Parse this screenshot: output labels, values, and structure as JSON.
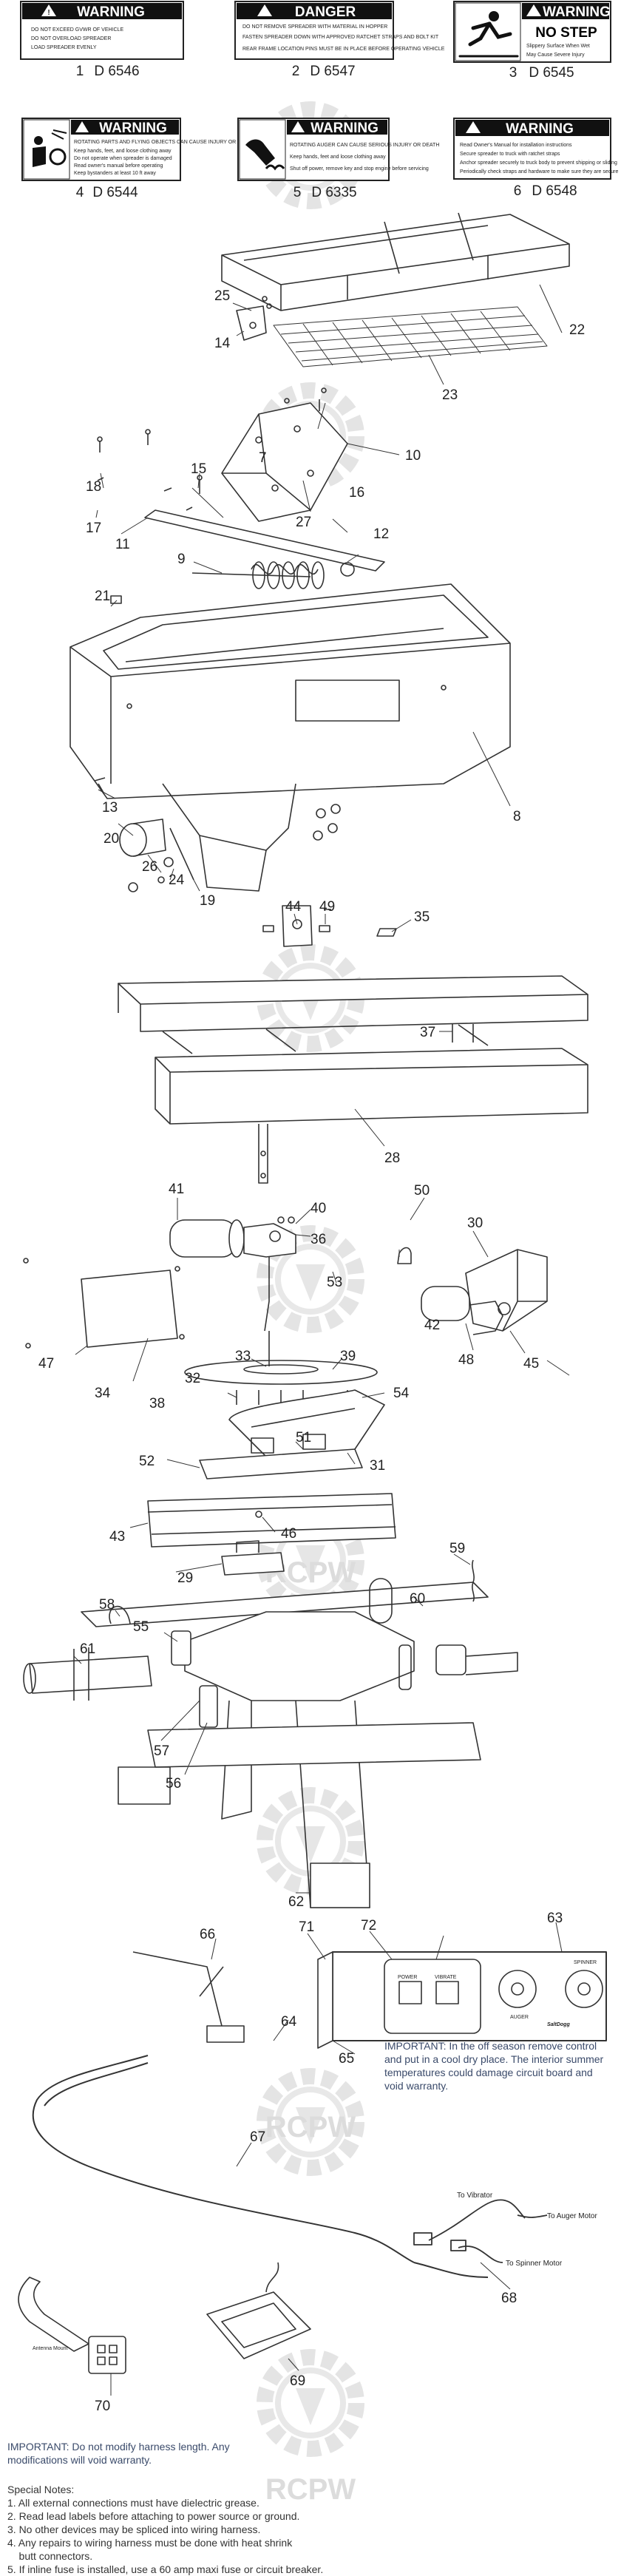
{
  "watermark": "RCPW",
  "decals": [
    {
      "id": "1",
      "code": "D 6546",
      "header": "WARNING",
      "lines": [
        "DO NOT EXCEED GVWR OF VEHICLE",
        "DO NOT OVERLOAD SPREADER",
        "LOAD SPREADER EVENLY"
      ]
    },
    {
      "id": "2",
      "code": "D 6547",
      "header": "DANGER",
      "lines": [
        "DO NOT REMOVE SPREADER WITH MATERIAL IN HOPPER",
        "FASTEN SPREADER DOWN WITH APPROVED RATCHET STRAPS AND BOLT KIT",
        "REAR FRAME LOCATION PINS MUST BE IN PLACE BEFORE OPERATING VEHICLE"
      ]
    },
    {
      "id": "3",
      "code": "D 6545",
      "header": "WARNING",
      "subheader": "NO STEP",
      "lines": [
        "Slippery Surface When Wet",
        "May Cause Severe Injury"
      ]
    },
    {
      "id": "4",
      "code": "D 6544",
      "header": "WARNING",
      "lines": [
        "ROTATING PARTS AND FLYING OBJECTS CAN CAUSE INJURY OR DEATH",
        "Keep hands, feet, and loose clothing away",
        "Do not operate when spreader is damaged",
        "Read owner's manual before operating",
        "Keep bystanders at least 10 ft away"
      ]
    },
    {
      "id": "5",
      "code": "D 6335",
      "header": "WARNING",
      "lines": [
        "ROTATING AUGER CAN CAUSE SERIOUS INJURY OR DEATH",
        "Keep hands, feet and loose clothing away",
        "Shut off power, remove key and stop engine before servicing"
      ]
    },
    {
      "id": "6",
      "code": "D 6548",
      "header": "WARNING",
      "lines": [
        "Read Owner's Manual for installation instructions",
        "Secure spreader to truck with ratchet straps",
        "Anchor spreader securely to truck body to prevent shipping or sliding",
        "Periodically check straps and hardware to make sure they are secure"
      ]
    }
  ],
  "callouts": [
    "8",
    "9",
    "10",
    "11",
    "12",
    "13",
    "14",
    "15",
    "16",
    "17",
    "18",
    "19",
    "20",
    "21",
    "22",
    "23",
    "24",
    "25",
    "26",
    "27",
    "28",
    "29",
    "30",
    "31",
    "32",
    "33",
    "34",
    "35",
    "36",
    "37",
    "38",
    "39",
    "40",
    "41",
    "42",
    "43",
    "44",
    "45",
    "46",
    "47",
    "48",
    "49",
    "50",
    "51",
    "52",
    "53",
    "54",
    "55",
    "56",
    "57",
    "58",
    "59",
    "60",
    "61",
    "62",
    "63",
    "64",
    "65",
    "66",
    "67",
    "68",
    "69",
    "70",
    "71",
    "72"
  ],
  "controller": {
    "left_labels": [
      "POWER",
      "VIBRATE"
    ],
    "right_labels": [
      "AUGER",
      "SPINNER"
    ],
    "brand": "SaltDogg"
  },
  "harness_labels": {
    "to_vibrator": "To Vibrator",
    "to_auger_motor": "To Auger Motor",
    "to_spinner_motor": "To Spinner Motor",
    "antenna_mount": "Antenna Mount"
  },
  "notes": {
    "controller_important": "IMPORTANT: In the off season remove control and put in a cool dry place.  The interior summer temperatures could damage circuit board and void warranty.",
    "harness_important": "IMPORTANT: Do not modify harness length.  Any modifications will void warranty.",
    "special_title": "Special Notes:",
    "special": [
      "1. All external connections must have dielectric grease.",
      "2. Read lead labels before attaching to power source or ground.",
      "3. No other devices may be spliced into wiring harness.",
      "4. Any repairs to wiring harness must be done with heat shrink",
      "    butt connectors.",
      "5. If inline fuse is installed, use a 60 amp maxi fuse or circuit breaker."
    ]
  }
}
